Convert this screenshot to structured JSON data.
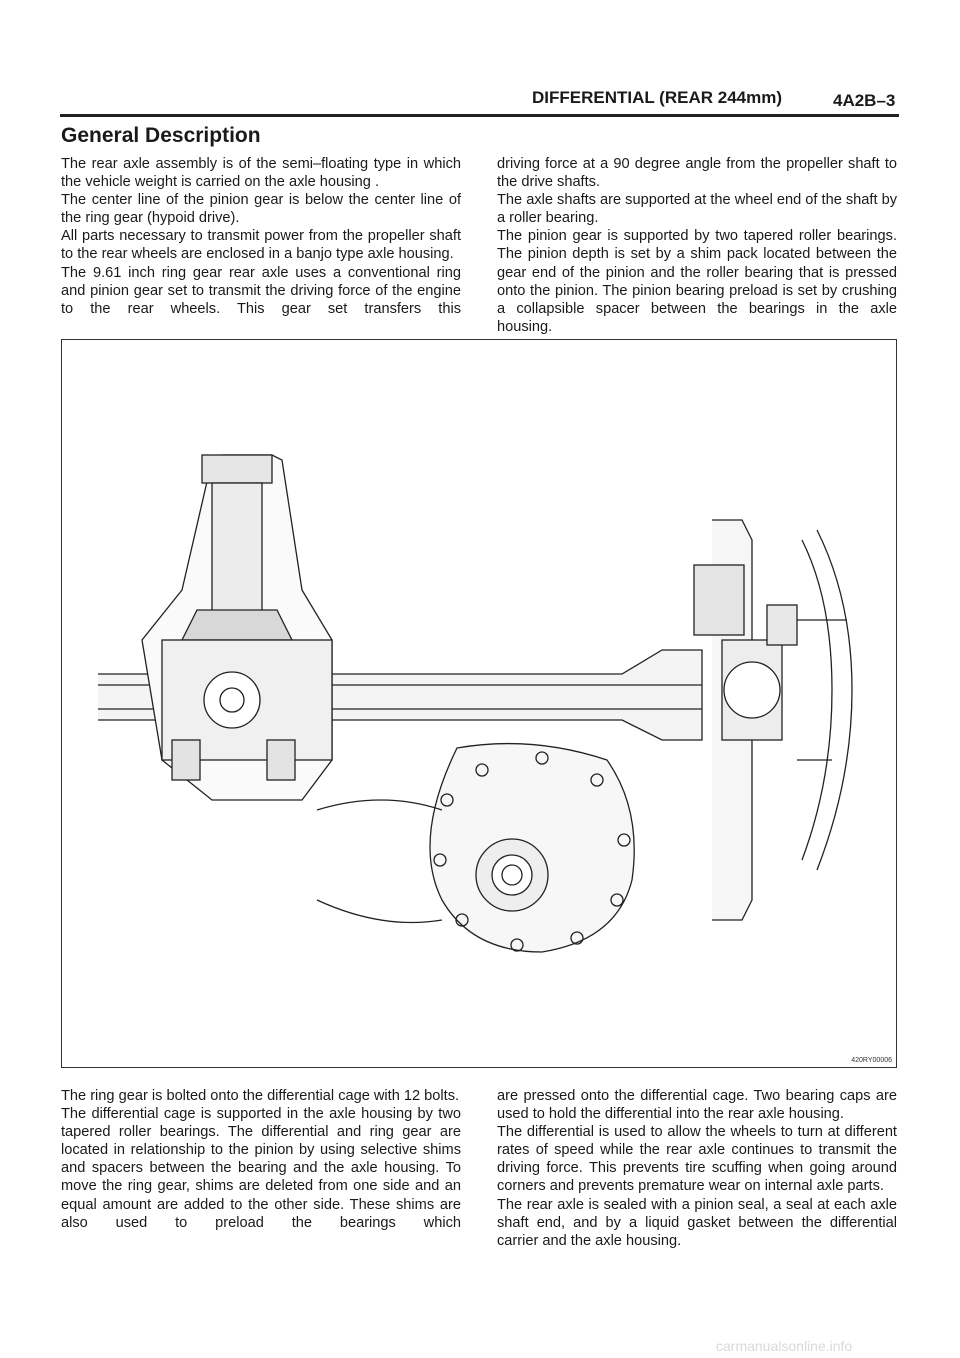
{
  "header": {
    "title": "DIFFERENTIAL (REAR 244mm)",
    "page_id": "4A2B–3"
  },
  "section": {
    "title": "General Description"
  },
  "col1": [
    "The rear axle assembly is of the semi–floating type in which the vehicle weight is carried on the axle housing .",
    "The center line  of the pinion gear is below the center line of the ring gear (hypoid drive).",
    "All parts necessary to transmit power from the propeller shaft to the rear wheels are enclosed in a banjo type axle housing.",
    "The 9.61 inch ring gear rear axle uses a conventional ring and pinion gear set to transmit the driving force of the engine to the rear wheels. This gear set transfers this"
  ],
  "col2": [
    "driving force at a 90 degree angle from the propeller shaft to the drive shafts.",
    "The axle shafts are supported at the wheel end of the shaft by a roller bearing.",
    "The pinion gear is supported by two tapered roller bearings. The pinion depth is set by a shim pack located between the gear end of the pinion and the roller bearing that is pressed onto the pinion.  The pinion bearing preload is set by crushing a collapsible spacer between the bearings in the axle housing."
  ],
  "figure": {
    "code": "420RY00006"
  },
  "col3": [
    "The ring gear is bolted onto the differential cage with 12 bolts.",
    "The differential cage is supported in the axle housing by two tapered roller bearings. The differential and ring gear are located in relationship to the pinion by using selective shims and spacers between the bearing and the axle housing. To move the ring gear, shims are deleted from one side and an equal amount are added to the other side. These shims are also used to preload the bearings which"
  ],
  "col4": [
    "are pressed onto the differential cage. Two bearing caps are used to hold the differential into the rear axle housing.",
    "The differential is used to allow the wheels to turn at different rates of speed while the rear axle continues to transmit the driving force.  This prevents tire scuffing when going around corners and prevents premature wear on internal axle parts.",
    "The rear axle is sealed with a pinion seal, a seal at each axle shaft end, and by a liquid gasket between the differential carrier and the axle housing."
  ],
  "footer": {
    "watermark": "carmanualsonline.info"
  }
}
